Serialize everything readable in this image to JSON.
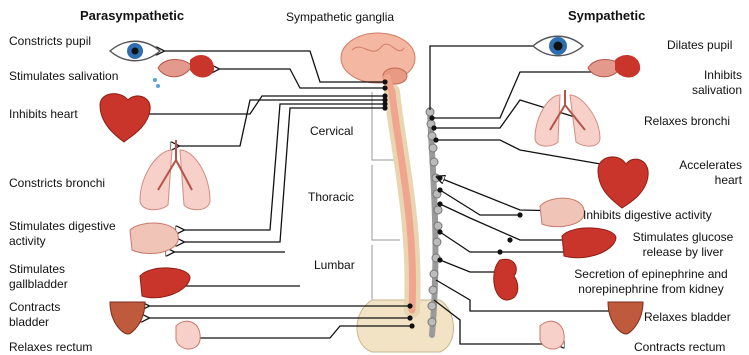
{
  "headers": {
    "left": "Parasympathetic",
    "right": "Sympathetic",
    "center": "Sympathetic ganglia"
  },
  "regions": {
    "cervical": "Cervical",
    "thoracic": "Thoracic",
    "lumbar": "Lumbar"
  },
  "parasympathetic": [
    {
      "text": "Constricts pupil",
      "organ": "eye-icon"
    },
    {
      "text": "Stimulates salivation",
      "organ": "salivary-gland-icon"
    },
    {
      "text": "Inhibits heart",
      "organ": "heart-icon"
    },
    {
      "text": "Constricts bronchi",
      "organ": "lungs-icon"
    },
    {
      "text": "Stimulates digestive\nactivity",
      "organ": "stomach-icon"
    },
    {
      "text": "Stimulates\ngallbladder",
      "organ": "liver-icon"
    },
    {
      "text": "Contracts\nbladder",
      "organ": "bladder-icon"
    },
    {
      "text": "Relaxes rectum",
      "organ": "rectum-icon"
    }
  ],
  "sympathetic": [
    {
      "text": "Dilates pupil",
      "organ": "eye-icon"
    },
    {
      "text": "Inhibits\nsalivation",
      "organ": "salivary-gland-icon"
    },
    {
      "text": "Relaxes bronchi",
      "organ": "lungs-icon"
    },
    {
      "text": "Accelerates\nheart",
      "organ": "heart-icon"
    },
    {
      "text": "Inhibits digestive activity",
      "organ": "stomach-icon"
    },
    {
      "text": "Stimulates glucose\nrelease by liver",
      "organ": "liver-icon"
    },
    {
      "text": "Secretion of epinephrine and\nnorepinephrine from kidney",
      "organ": "kidney-icon"
    },
    {
      "text": "Relaxes bladder",
      "organ": "bladder-icon"
    },
    {
      "text": "Contracts rectum",
      "organ": "rectum-icon"
    }
  ],
  "colors": {
    "spinal_cord": "#f2a58e",
    "brain": "#f4b7a2",
    "bone": "#f1e3c4",
    "ganglia_chain": "#9a9a9a",
    "organ_red": "#c9352a",
    "wire": "#111111"
  }
}
